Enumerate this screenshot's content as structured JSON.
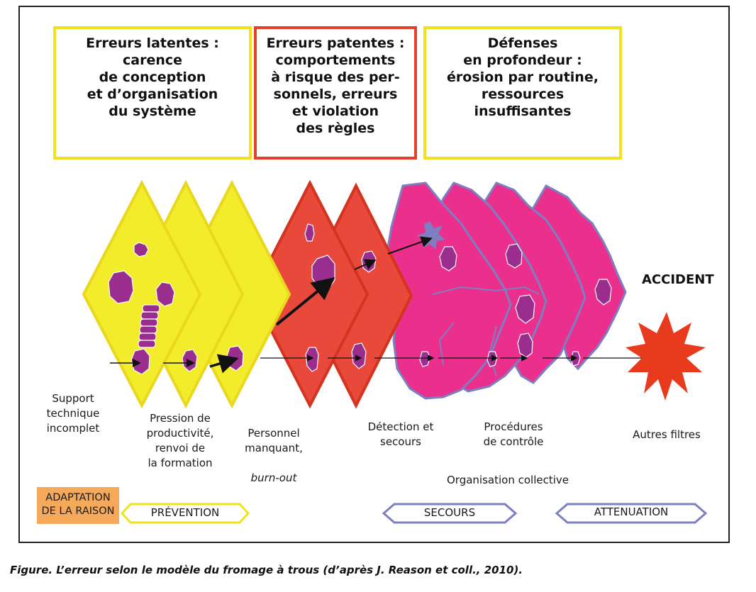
{
  "header_boxes": {
    "latentes": "Erreurs latentes :\ncarence\nde conception\net d’organisation\ndu système",
    "patentes": "Erreurs patentes :\ncomportements\nà risque des per-\nsonnels, erreurs\net violation\ndes règles",
    "defenses": "Défenses\nen profondeur :\nérosion par routine,\nressources\ninsuffisantes"
  },
  "labels": {
    "support": "Support\ntechnique\nincomplet",
    "pression": "Pression de\nproductivité,\nrenvoi de\nla formation",
    "personnel": "Personnel\nmanquant,",
    "burnout": "burn-out",
    "detection": "Détection et\nsecours",
    "procedures": "Procédures\nde contrôle",
    "autres": "Autres filtres",
    "organisation": "Organisation collective",
    "accident": "ACCIDENT"
  },
  "bottom": {
    "adaptation": "ADAPTATION\nDE LA RAISON",
    "prevention": "PRÉVENTION",
    "secours": "SECOURS",
    "attenuation": "ATTENUATION"
  },
  "caption": "Figure. L’erreur selon le modèle du fromage à trous (d’après J. Reason et coll., 2010).",
  "colors": {
    "yellow": "#f2ec2a",
    "yellow_edge": "#e9d81e",
    "red": "#e8493a",
    "red_edge": "#d4341f",
    "pink": "#ea2f8d",
    "pink_edge": "#7d7fc0",
    "hole": "#9a2e8f",
    "explosion": "#e83a1c",
    "adaptation_bg": "#f5a95a"
  }
}
